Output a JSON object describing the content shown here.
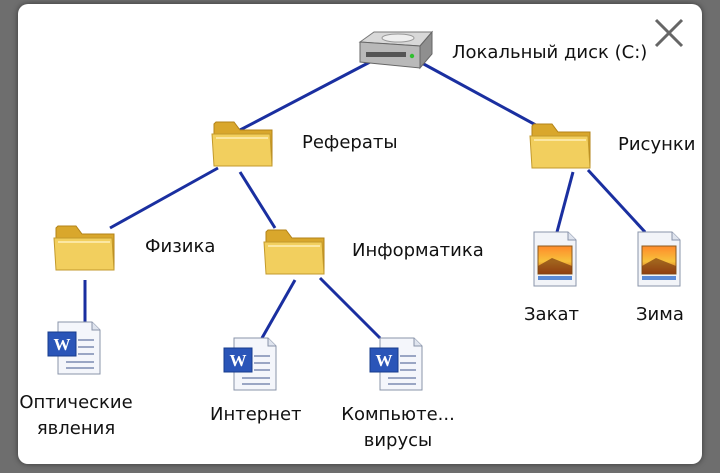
{
  "colors": {
    "line": "#1a2fa0",
    "folder": "#f2cf5e",
    "folder_dark": "#d9a72c"
  },
  "close_icon": "close-icon",
  "nodes": {
    "disk": {
      "label": "Локальный диск (C:)",
      "icon": "hard-drive-icon"
    },
    "referaty": {
      "label": "Рефераты",
      "icon": "folder-icon"
    },
    "risunki": {
      "label": "Рисунки",
      "icon": "folder-icon"
    },
    "fizika": {
      "label": "Физика",
      "icon": "folder-icon"
    },
    "informatika": {
      "label": "Информатика",
      "icon": "folder-icon"
    },
    "opticheskie": {
      "label_line1": "Оптические",
      "label_line2": "явления",
      "icon": "word-document-icon"
    },
    "internet": {
      "label": "Интернет",
      "icon": "word-document-icon"
    },
    "kompyute": {
      "label_line1": "Компьюте...",
      "label_line2": "вирусы",
      "icon": "word-document-icon"
    },
    "zakat": {
      "label": "Закат",
      "icon": "image-file-icon"
    },
    "zima": {
      "label": "Зима",
      "icon": "image-file-icon"
    }
  }
}
